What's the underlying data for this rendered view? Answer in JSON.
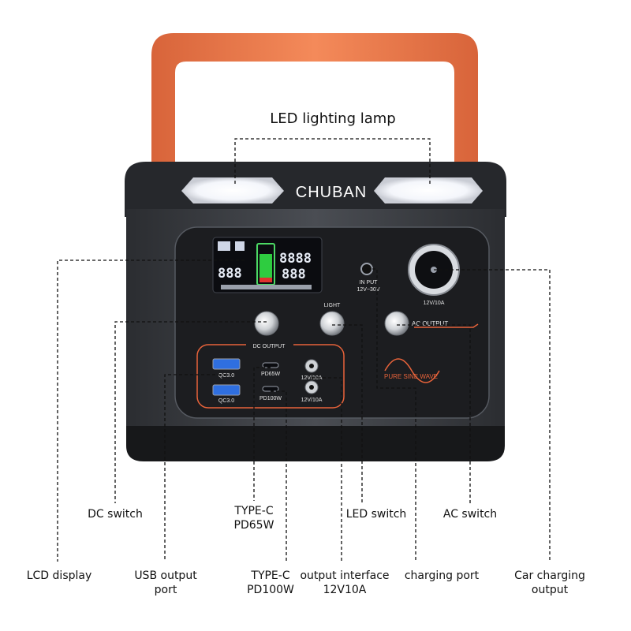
{
  "title": "LED lighting lamp",
  "brand": "CHUBAN",
  "device": {
    "input_label": "IN PUT",
    "input_spec": "12V~30V",
    "car_port_label": "12V/10A",
    "light_label": "LIGHT",
    "ac_output_label": "AC OUTPUT",
    "dc_output_label": "DC OUTPUT",
    "sine_wave_label": "PURE SINE WAVE",
    "usb1_label": "QC3.0",
    "usb2_label": "QC3.0",
    "typec1_label": "PD65W",
    "typec2_label": "PD100W",
    "dc1_label": "12V/10A",
    "dc2_label": "12V/10A",
    "lcd_digits_top": "8888",
    "lcd_digits_left": "888",
    "lcd_digits_right": "888"
  },
  "callouts": {
    "dc_switch": "DC switch",
    "typec_65_line1": "TYPE-C",
    "typec_65_line2": "PD65W",
    "led_switch": "LED switch",
    "ac_switch": "AC switch",
    "lcd_display": "LCD display",
    "usb_output_line1": "USB output",
    "usb_output_line2": "port",
    "typec_100_line1": "TYPE-C",
    "typec_100_line2": "PD100W",
    "output_interface_line1": "output interface",
    "output_interface_line2": "12V10A",
    "charging_port": "charging port",
    "car_charging_line1": "Car charging",
    "car_charging_line2": "output"
  },
  "colors": {
    "handle": "#ef7d4d",
    "body": "#3c3f44",
    "panel": "#1d1e21",
    "accent": "#e8633a"
  }
}
